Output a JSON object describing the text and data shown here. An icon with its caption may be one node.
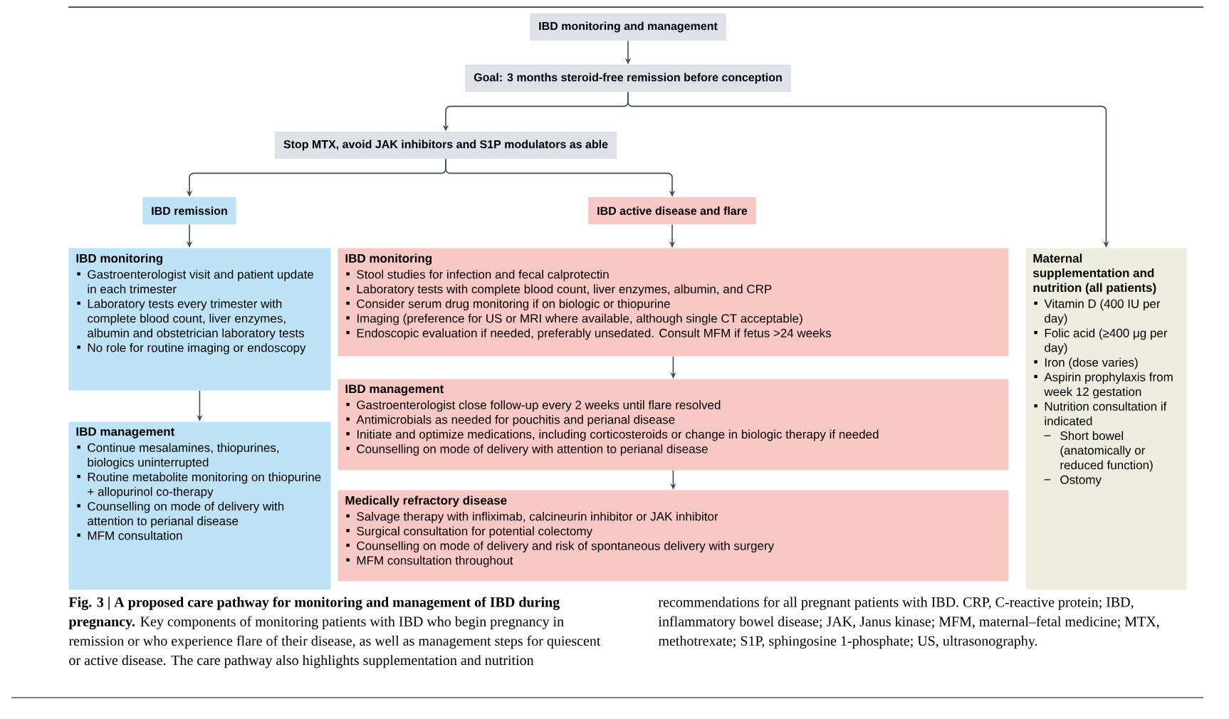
{
  "diagram": {
    "caption": "**Fig. 3 | A proposed care pathway for monitoring and management of IBD during pregnancy.** Key components of monitoring patients with IBD who begin pregnancy in remission or who experience flare of their disease, as well as management steps for quiescent or active disease. The care pathway also highlights supplementation and nutrition recommendations for all pregnant patients with IBD. CRP, C-reactive protein; IBD, inflammatory bowel disease; JAK, Janus kinase; MFM, maternal–fetal medicine; MTX, methotrexate; S1P, sphingosine 1-phosphate; US, ultrasonography.",
    "nodes": [
      {
        "text": [
          "IBD monitoring and management"
        ]
      },
      {
        "text": [
          "Goal: 3 months steroid-free remission before conception"
        ]
      },
      {
        "text": [
          "Stop MTX, avoid JAK inhibitors and S1P modulators as able"
        ]
      },
      {
        "text": [
          "IBD remission"
        ]
      },
      {
        "text": [
          "IBD active disease and flare"
        ]
      },
      {
        "text": [
          "IBD monitoring",
          "Gastroenterologist visit and patient update in each trimester",
          "Laboratory tests every trimester with complete blood count, liver enzymes, albumin and obstetrician laboratory tests",
          "No role for routine imaging or endoscopy"
        ]
      },
      {
        "text": [
          "IBD management",
          "Continue mesalamines, thiopurines, biologics uninterrupted",
          "Routine metabolite monitoring on thiopurine + allopurinol co-therapy",
          "Counselling on mode of delivery with attention to perianal disease",
          "MFM consultation"
        ]
      },
      {
        "text": [
          "IBD monitoring",
          "Stool studies for infection and fecal calprotectin",
          "Laboratory tests with complete blood count, liver enzymes, albumin, and CRP",
          "Consider serum drug monitoring if on biologic or thiopurine",
          "Imaging (preference for US or MRI where available, although single CT acceptable)",
          "Endoscopic evaluation if needed, preferably unsedated. Consult MFM if fetus >24 weeks"
        ]
      },
      {
        "text": [
          "IBD management",
          "Gastroenterologist close  follow-up every 2 weeks until flare resolved",
          "Antimicrobials as needed for pouchitis and perianal disease",
          "Initiate and optimize medications, including corticosteroids or change in biologic therapy if needed",
          "Counselling on mode of delivery with attention to perianal disease"
        ]
      },
      {
        "text": [
          "Medically refractory disease",
          "Salvage therapy with infliximab, calcineurin inhibitor or JAK inhibitor",
          "Surgical consultation for potential colectomy",
          "Counselling on mode of delivery and risk of spontaneous delivery with surgery",
          "MFM consultation throughout"
        ]
      },
      {
        "text": [
          "Maternal supplementation and nutrition (all patients)",
          "Vitamin D (400 IU per day)",
          "Folic acid (≥400 μg per day)",
          "Iron (dose varies)",
          "Aspirin prophylaxis from week 12 gestation",
          "Nutrition consultation if indicated",
          "Short bowel (anatomically or reduced function)",
          "Ostomy"
        ]
      }
    ],
    "edges": [
      {
        "from": 0,
        "to": 1,
        "arrow": "to"
      },
      {
        "from": 1,
        "to": 2,
        "arrow": "to"
      },
      {
        "from": 1,
        "to": 10,
        "arrow": "to"
      },
      {
        "from": 2,
        "to": 3,
        "arrow": "to"
      },
      {
        "from": 2,
        "to": 4,
        "arrow": "to"
      },
      {
        "from": 3,
        "to": 5,
        "arrow": "to"
      },
      {
        "from": 5,
        "to": 6,
        "arrow": "to"
      },
      {
        "from": 4,
        "to": 7,
        "arrow": "to"
      },
      {
        "from": 7,
        "to": 8,
        "arrow": "to"
      },
      {
        "from": 8,
        "to": 9,
        "arrow": "to"
      }
    ]
  }
}
